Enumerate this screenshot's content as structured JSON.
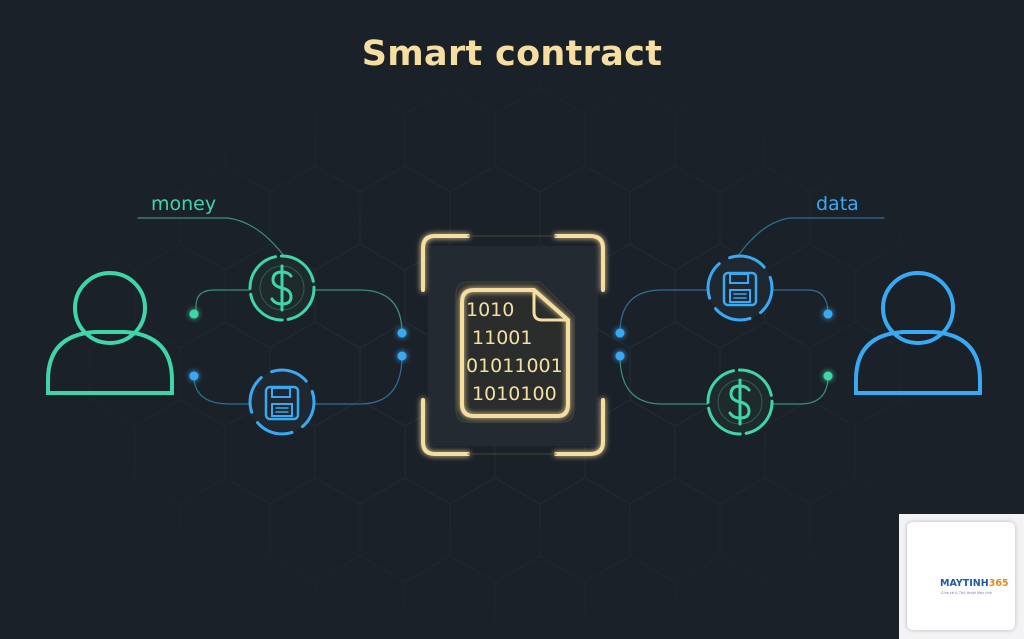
{
  "title": "Smart contract",
  "labels": {
    "money": "money",
    "data": "data"
  },
  "code_lines": [
    "1010",
    " 11001",
    "01011001",
    " 1010100"
  ],
  "icons": {
    "sender": "user-icon",
    "receiver": "user-icon",
    "money": "dollar-icon",
    "data": "floppy-disk-icon",
    "contract": "document-icon"
  },
  "colors": {
    "background": "#1b2129",
    "title": "#f6dea1",
    "green": "#3fd6a7",
    "blue": "#38a9f2",
    "gold": "#f6dea1"
  },
  "watermark": {
    "brand_main": "MAYTINH",
    "brand_accent": "365",
    "tagline": "Chia sẻ & Thủ thuật Máy tính"
  }
}
